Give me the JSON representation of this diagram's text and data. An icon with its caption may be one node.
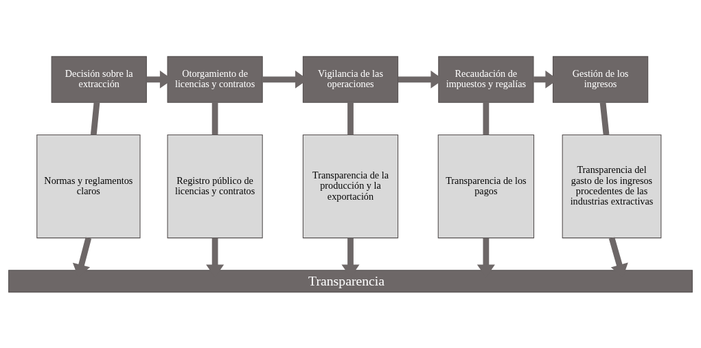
{
  "diagram": {
    "nodes": [
      {
        "text": [
          "Decisión sobre la extracción"
        ]
      },
      {
        "text": [
          "Otorgamiento de licencias y contratos"
        ]
      },
      {
        "text": [
          "Vigilancia de las operaciones"
        ]
      },
      {
        "text": [
          "Recaudación de impuestos y regalías"
        ]
      },
      {
        "text": [
          "Gestión de los ingresos"
        ]
      },
      {
        "text": [
          "Normas y reglamentos claros"
        ]
      },
      {
        "text": [
          "Registro público de licencias y contratos"
        ]
      },
      {
        "text": [
          "Transparencia de la producción y la exportación"
        ]
      },
      {
        "text": [
          "Transparencia de los pagos"
        ]
      },
      {
        "text": [
          "Transparencia del gasto de los ingresos procedentes de las industrias extractivas"
        ]
      },
      {
        "text": [
          "Transparencia"
        ]
      }
    ],
    "edges": [
      {
        "from": 0,
        "to": 1,
        "arrow": "to"
      },
      {
        "from": 1,
        "to": 2,
        "arrow": "to"
      },
      {
        "from": 2,
        "to": 3,
        "arrow": "to"
      },
      {
        "from": 3,
        "to": 4,
        "arrow": "to"
      },
      {
        "from": 0,
        "to": 5,
        "arrow": "none"
      },
      {
        "from": 1,
        "to": 6,
        "arrow": "none"
      },
      {
        "from": 2,
        "to": 7,
        "arrow": "none"
      },
      {
        "from": 3,
        "to": 8,
        "arrow": "none"
      },
      {
        "from": 4,
        "to": 9,
        "arrow": "none"
      },
      {
        "from": 5,
        "to": 10,
        "arrow": "to"
      },
      {
        "from": 6,
        "to": 10,
        "arrow": "to"
      },
      {
        "from": 7,
        "to": 10,
        "arrow": "to"
      },
      {
        "from": 8,
        "to": 10,
        "arrow": "to"
      },
      {
        "from": 9,
        "to": 10,
        "arrow": "to"
      }
    ]
  }
}
